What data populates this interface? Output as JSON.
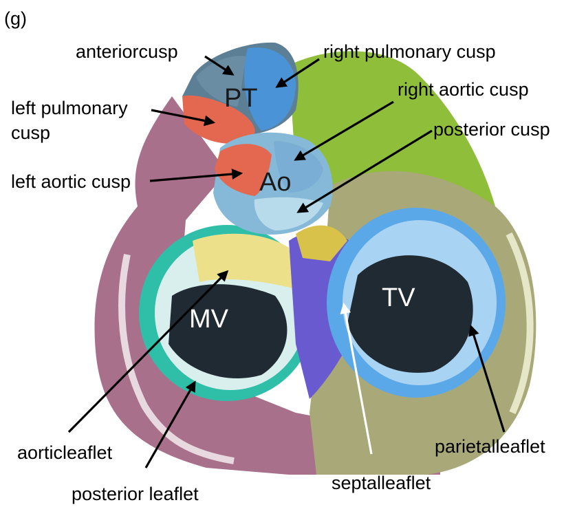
{
  "panel_label": "(g)",
  "structures": {
    "pt": "PT",
    "ao": "Ao",
    "mv": "MV",
    "tv": "TV"
  },
  "labels": {
    "anterior_cusp": "anteriorcusp",
    "right_pulmonary_cusp": "right pulmonary cusp",
    "left_pulmonary_cusp_line1": "left pulmonary",
    "left_pulmonary_cusp_line2": "cusp",
    "right_aortic_cusp": "right aortic cusp",
    "posterior_cusp": "posterior cusp",
    "left_aortic_cusp": "left aortic cusp",
    "aortic_leaflet": "aorticleaflet",
    "posterior_leaflet": "posterior leaflet",
    "septal_leaflet": "septalleaflet",
    "parietal_leaflet": "parietalleaflet"
  },
  "colors": {
    "pulmonary_right_blue": "#4a93d6",
    "left_cusps_salmon": "#e4684f",
    "aortic_blue": "#86b8d8",
    "green_region": "#8fbf3a",
    "mauve_outer": "#a8708a",
    "olive_outer": "#a8a878",
    "mitral_teal": "#2fbfa8",
    "tricuspid_blue": "#5aa8e8",
    "aortic_leaflet_yellow": "#ece08a",
    "septal_purple": "#6a5ad0",
    "ostia_dark": "#1f2a33"
  }
}
